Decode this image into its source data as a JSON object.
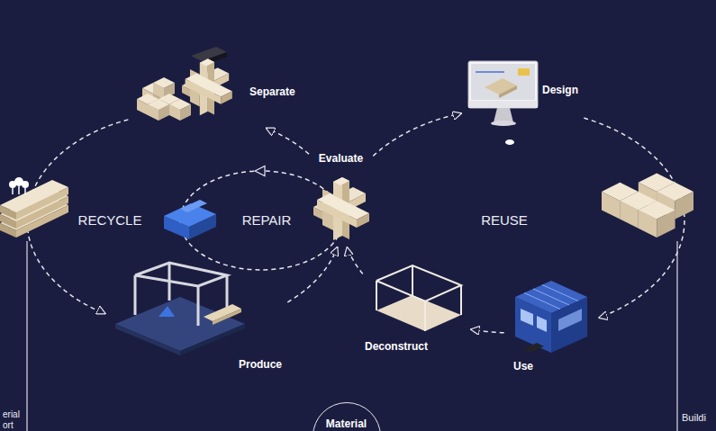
{
  "diagram": {
    "nodes": [
      {
        "text": [
          "Separate"
        ]
      },
      {
        "text": [
          "Design"
        ]
      },
      {
        "text": [
          "Evaluate"
        ]
      },
      {
        "text": [
          "Produce"
        ]
      },
      {
        "text": [
          "Deconstruct"
        ]
      },
      {
        "text": [
          "Use"
        ]
      },
      {
        "text": [
          "Material"
        ]
      }
    ],
    "edges": [
      {
        "from": 2,
        "to": 1,
        "arrow": "to"
      },
      {
        "from": 1,
        "to": 5,
        "arrow": "to"
      },
      {
        "from": 5,
        "to": 4,
        "arrow": "to"
      },
      {
        "from": 4,
        "to": 2,
        "arrow": "to"
      },
      {
        "from": 2,
        "to": 0,
        "arrow": "to"
      },
      {
        "from": 0,
        "to": 3,
        "arrow": "to"
      },
      {
        "from": 3,
        "to": 2,
        "arrow": "to"
      }
    ],
    "labels": [
      "RECYCLE",
      "REPAIR",
      "REUSE",
      "erial",
      "ort",
      "Buildi"
    ]
  }
}
